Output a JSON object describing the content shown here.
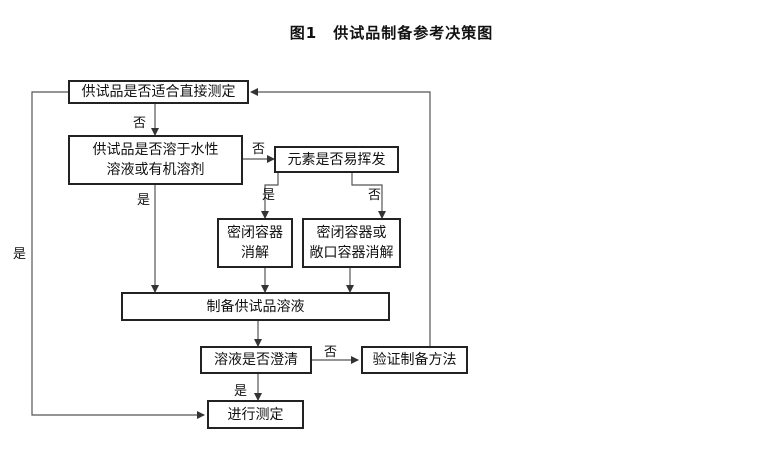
{
  "title": "图1　供试品制备参考决策图",
  "nodes": {
    "suitable": "供试品是否适合直接测定",
    "soluble": "供试品是否溶于水性\n溶液或有机溶剂",
    "volatile": "元素是否易挥发",
    "closed_digest": "密闭容器\n消解",
    "open_digest": "密闭容器或\n敞口容器消解",
    "prepare": "制备供试品溶液",
    "clear": "溶液是否澄清",
    "verify": "验证制备方法",
    "measure": "进行测定"
  },
  "labels": {
    "no": "否",
    "yes": "是"
  }
}
